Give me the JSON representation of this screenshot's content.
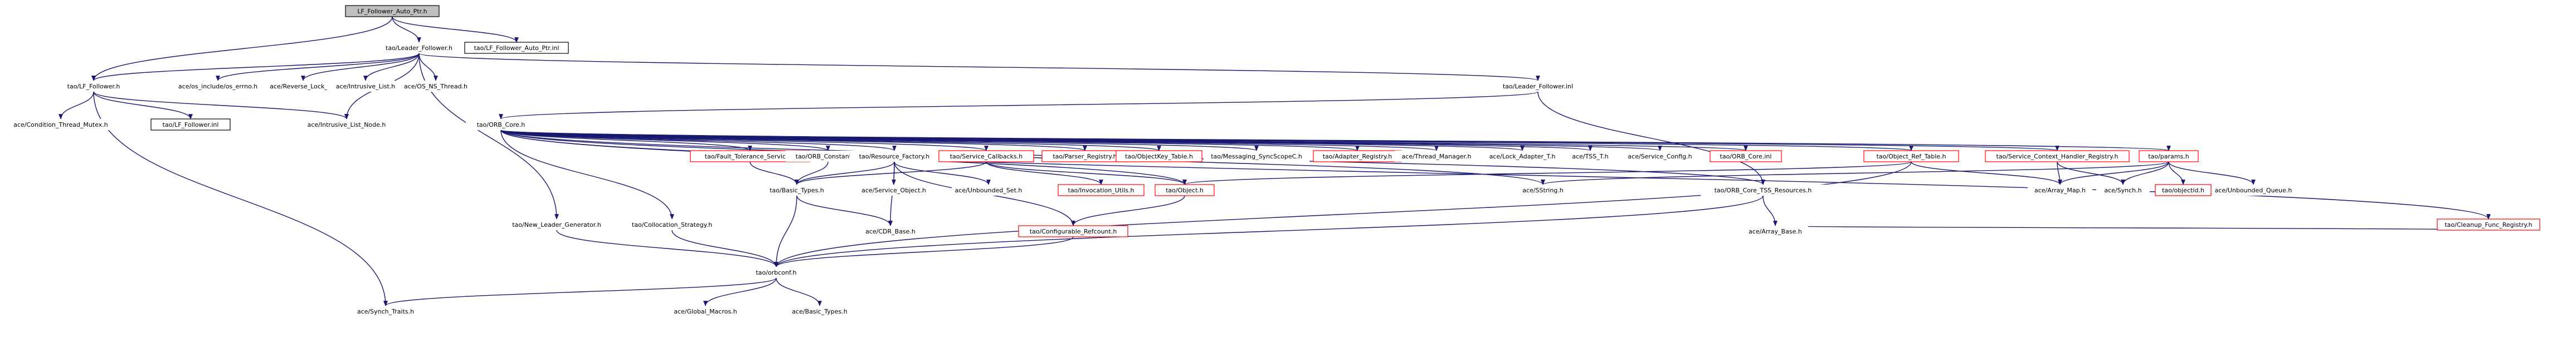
{
  "colors": {
    "edge": "#191970",
    "node_border_default": "#000000",
    "node_border_highlight": "#ff0000",
    "root_fill": "#bfbfbf",
    "node_fill": "#ffffff"
  },
  "nodes": [
    {
      "id": "n0",
      "label": "LF_Follower_Auto_Ptr.h",
      "style": "root"
    },
    {
      "id": "n1",
      "label": "tao/Leader_Follower.h",
      "style": "plain"
    },
    {
      "id": "n2",
      "label": "tao/LF_Follower_Auto_Ptr.inl",
      "style": "boxed"
    },
    {
      "id": "n3",
      "label": "tao/LF_Follower.h",
      "style": "plain"
    },
    {
      "id": "n4",
      "label": "ace/os_include/os_errno.h",
      "style": "plain"
    },
    {
      "id": "n5",
      "label": "ace/Reverse_Lock_T.h",
      "style": "plain"
    },
    {
      "id": "n6",
      "label": "ace/Intrusive_List.h",
      "style": "plain"
    },
    {
      "id": "n7",
      "label": "ace/OS_NS_Thread.h",
      "style": "plain"
    },
    {
      "id": "n8",
      "label": "tao/Leader_Follower.inl",
      "style": "plain"
    },
    {
      "id": "n9",
      "label": "ace/Condition_Thread_Mutex.h",
      "style": "plain"
    },
    {
      "id": "n10",
      "label": "tao/LF_Follower.inl",
      "style": "boxed"
    },
    {
      "id": "n11",
      "label": "ace/Intrusive_List_Node.h",
      "style": "plain"
    },
    {
      "id": "n12",
      "label": "tao/ORB_Core.h",
      "style": "plain"
    },
    {
      "id": "n13",
      "label": "tao/Fault_Tolerance_Service.h",
      "style": "red"
    },
    {
      "id": "n14",
      "label": "tao/ORB_Constants.h",
      "style": "plain"
    },
    {
      "id": "n15",
      "label": "tao/Resource_Factory.h",
      "style": "plain"
    },
    {
      "id": "n16",
      "label": "tao/Service_Callbacks.h",
      "style": "red"
    },
    {
      "id": "n17",
      "label": "tao/Parser_Registry.h",
      "style": "red"
    },
    {
      "id": "n18",
      "label": "tao/ObjectKey_Table.h",
      "style": "red"
    },
    {
      "id": "n19",
      "label": "tao/Messaging_SyncScopeC.h",
      "style": "plain"
    },
    {
      "id": "n20",
      "label": "tao/Adapter_Registry.h",
      "style": "red"
    },
    {
      "id": "n21",
      "label": "ace/Thread_Manager.h",
      "style": "plain"
    },
    {
      "id": "n22",
      "label": "ace/Lock_Adapter_T.h",
      "style": "plain"
    },
    {
      "id": "n23",
      "label": "ace/TSS_T.h",
      "style": "plain"
    },
    {
      "id": "n24",
      "label": "ace/Service_Config.h",
      "style": "plain"
    },
    {
      "id": "n25",
      "label": "tao/ORB_Core.inl",
      "style": "red"
    },
    {
      "id": "n26",
      "label": "tao/Object_Ref_Table.h",
      "style": "red"
    },
    {
      "id": "n27",
      "label": "tao/Service_Context_Handler_Registry.h",
      "style": "red"
    },
    {
      "id": "n28",
      "label": "tao/params.h",
      "style": "red"
    },
    {
      "id": "n29",
      "label": "tao/Cleanup_Func_Registry.h",
      "style": "red"
    },
    {
      "id": "n30",
      "label": "tao/Basic_Types.h",
      "style": "plain"
    },
    {
      "id": "n31",
      "label": "ace/Service_Object.h",
      "style": "plain"
    },
    {
      "id": "n32",
      "label": "ace/Unbounded_Set.h",
      "style": "plain"
    },
    {
      "id": "n33",
      "label": "tao/Invocation_Utils.h",
      "style": "red"
    },
    {
      "id": "n34",
      "label": "tao/Object.h",
      "style": "red"
    },
    {
      "id": "n35",
      "label": "ace/SString.h",
      "style": "plain"
    },
    {
      "id": "n36",
      "label": "tao/ORB_Core_TSS_Resources.h",
      "style": "plain"
    },
    {
      "id": "n37",
      "label": "ace/Array_Map.h",
      "style": "plain"
    },
    {
      "id": "n38",
      "label": "ace/Synch.h",
      "style": "plain"
    },
    {
      "id": "n39",
      "label": "tao/objectid.h",
      "style": "red"
    },
    {
      "id": "n40",
      "label": "ace/Unbounded_Queue.h",
      "style": "plain"
    },
    {
      "id": "n41",
      "label": "tao/New_Leader_Generator.h",
      "style": "plain"
    },
    {
      "id": "n42",
      "label": "tao/Collocation_Strategy.h",
      "style": "plain"
    },
    {
      "id": "n43",
      "label": "ace/CDR_Base.h",
      "style": "plain"
    },
    {
      "id": "n44",
      "label": "tao/Configurable_Refcount.h",
      "style": "red"
    },
    {
      "id": "n45",
      "label": "ace/Array_Base.h",
      "style": "plain"
    },
    {
      "id": "n46",
      "label": "tao/orbconf.h",
      "style": "plain"
    },
    {
      "id": "n47",
      "label": "ace/Synch_Traits.h",
      "style": "plain"
    },
    {
      "id": "n48",
      "label": "ace/Global_Macros.h",
      "style": "plain"
    },
    {
      "id": "n49",
      "label": "ace/Basic_Types.h",
      "style": "plain"
    }
  ],
  "edges": [
    [
      "n0",
      "n1"
    ],
    [
      "n0",
      "n2"
    ],
    [
      "n0",
      "n3"
    ],
    [
      "n1",
      "n3"
    ],
    [
      "n1",
      "n4"
    ],
    [
      "n1",
      "n5"
    ],
    [
      "n1",
      "n6"
    ],
    [
      "n1",
      "n7"
    ],
    [
      "n1",
      "n8"
    ],
    [
      "n1",
      "n41"
    ],
    [
      "n1",
      "n11"
    ],
    [
      "n3",
      "n9"
    ],
    [
      "n3",
      "n10"
    ],
    [
      "n3",
      "n11"
    ],
    [
      "n3",
      "n47"
    ],
    [
      "n8",
      "n12"
    ],
    [
      "n8",
      "n36"
    ],
    [
      "n12",
      "n13"
    ],
    [
      "n12",
      "n14"
    ],
    [
      "n12",
      "n15"
    ],
    [
      "n12",
      "n16"
    ],
    [
      "n12",
      "n17"
    ],
    [
      "n12",
      "n18"
    ],
    [
      "n12",
      "n19"
    ],
    [
      "n12",
      "n20"
    ],
    [
      "n12",
      "n21"
    ],
    [
      "n12",
      "n22"
    ],
    [
      "n12",
      "n23"
    ],
    [
      "n12",
      "n24"
    ],
    [
      "n12",
      "n25"
    ],
    [
      "n12",
      "n26"
    ],
    [
      "n12",
      "n27"
    ],
    [
      "n12",
      "n28"
    ],
    [
      "n12",
      "n29"
    ],
    [
      "n12",
      "n42"
    ],
    [
      "n12",
      "n34"
    ],
    [
      "n12",
      "n36"
    ],
    [
      "n12",
      "n35"
    ],
    [
      "n13",
      "n30"
    ],
    [
      "n14",
      "n30"
    ],
    [
      "n15",
      "n30"
    ],
    [
      "n15",
      "n31"
    ],
    [
      "n15",
      "n32"
    ],
    [
      "n15",
      "n43"
    ],
    [
      "n15",
      "n44"
    ],
    [
      "n16",
      "n33"
    ],
    [
      "n16",
      "n34"
    ],
    [
      "n16",
      "n30"
    ],
    [
      "n26",
      "n34"
    ],
    [
      "n26",
      "n37"
    ],
    [
      "n26",
      "n46"
    ],
    [
      "n27",
      "n37"
    ],
    [
      "n27",
      "n38"
    ],
    [
      "n28",
      "n37"
    ],
    [
      "n28",
      "n38"
    ],
    [
      "n28",
      "n39"
    ],
    [
      "n28",
      "n40"
    ],
    [
      "n28",
      "n35"
    ],
    [
      "n29",
      "n45"
    ],
    [
      "n30",
      "n43"
    ],
    [
      "n30",
      "n46"
    ],
    [
      "n34",
      "n44"
    ],
    [
      "n36",
      "n45"
    ],
    [
      "n36",
      "n46"
    ],
    [
      "n41",
      "n46"
    ],
    [
      "n42",
      "n46"
    ],
    [
      "n44",
      "n46"
    ],
    [
      "n46",
      "n47"
    ],
    [
      "n46",
      "n48"
    ],
    [
      "n46",
      "n49"
    ]
  ]
}
